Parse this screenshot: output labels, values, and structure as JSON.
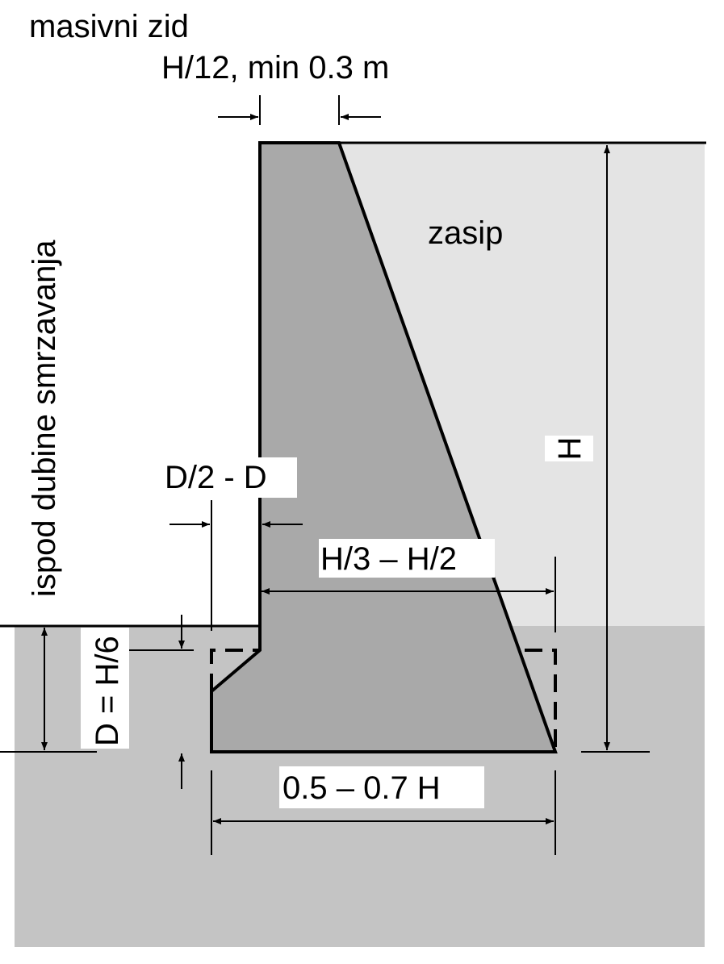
{
  "title": "masivni zid",
  "labels": {
    "top_width": "H/12, min 0.3 m",
    "backfill": "zasip",
    "height": "H",
    "frost_depth": "ispod dubine smrzavanja",
    "toe_offset": "D/2 - D",
    "heel_extent": "H/3 – H/2",
    "embedment": "D = H/6",
    "base_width": "0.5 – 0.7 H"
  },
  "colors": {
    "wall": "#a9a9a9",
    "backfill": "#e4e4e4",
    "ground": "#c4c4c4",
    "line": "#000000",
    "label_bg": "#ffffff"
  }
}
